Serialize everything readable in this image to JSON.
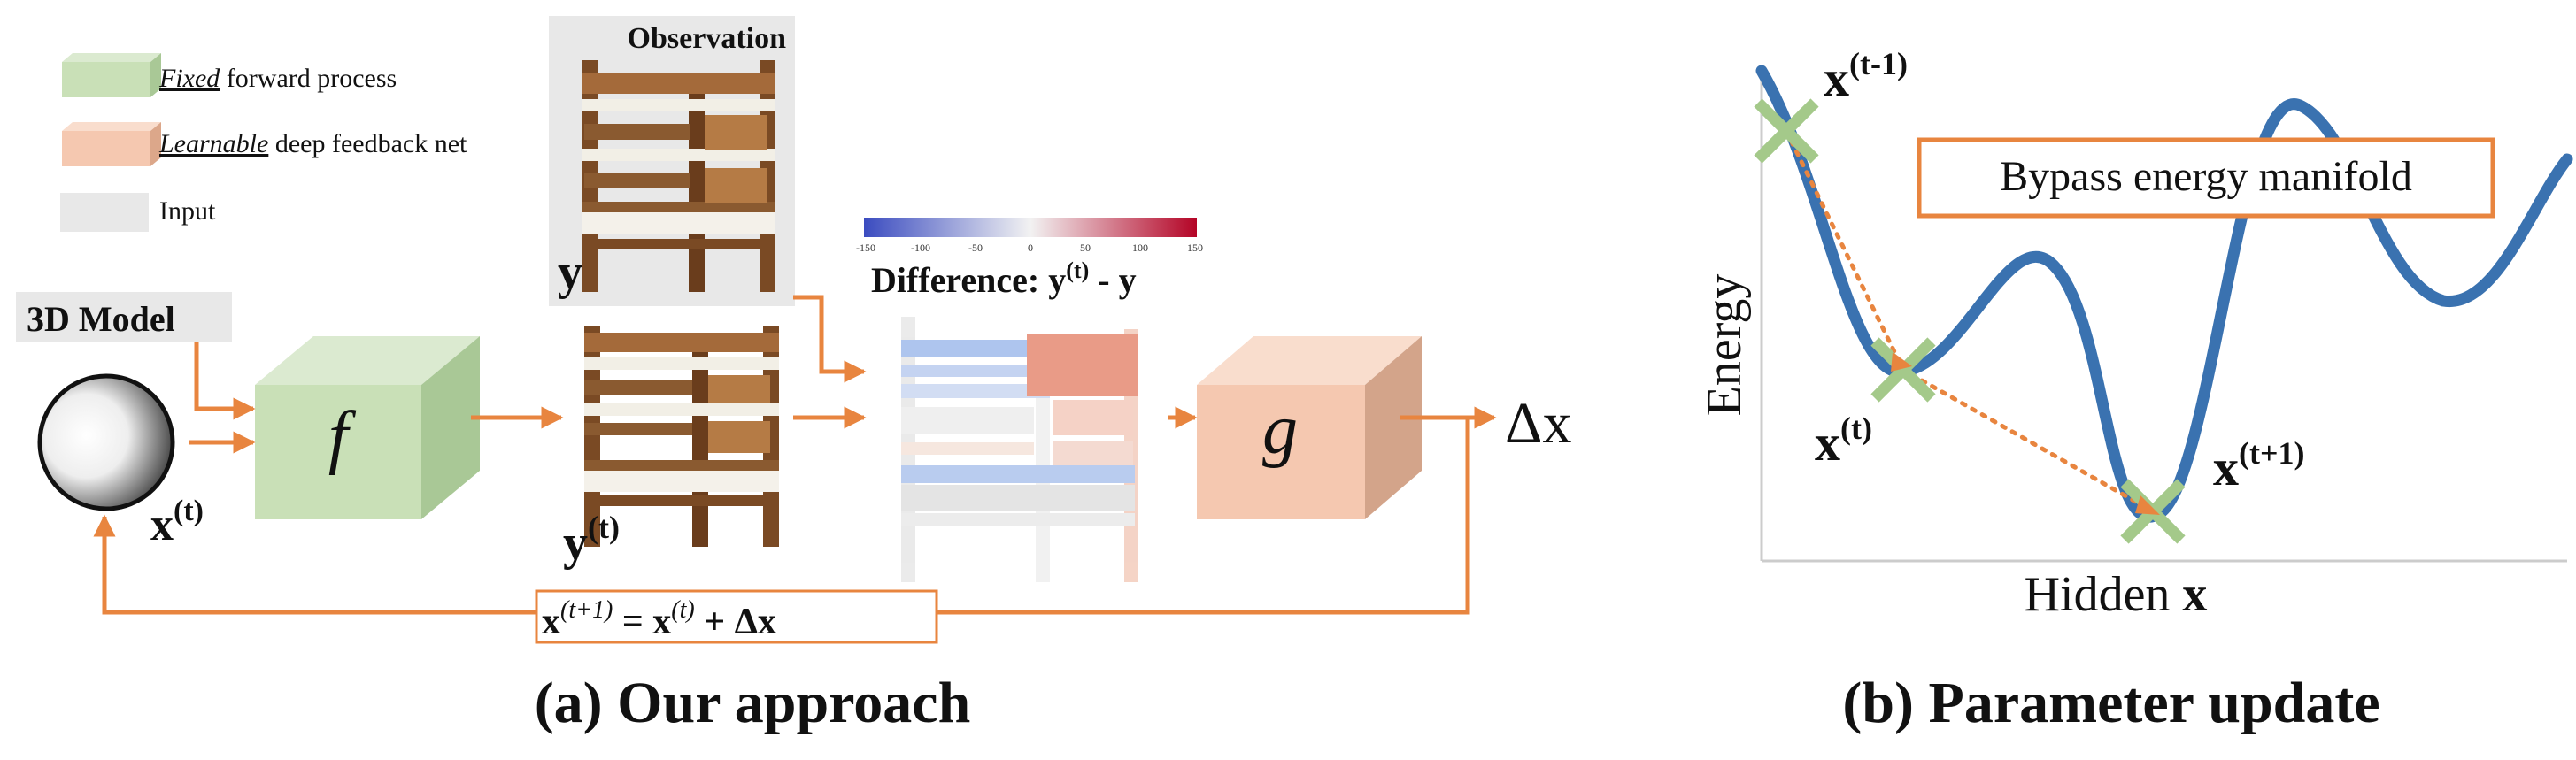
{
  "legend": {
    "fixed_em": "Fixed",
    "fixed_rest": " forward process",
    "learnable_em": "Learnable",
    "learnable_rest": " deep feedback net",
    "input": "Input"
  },
  "panel_a": {
    "model_label": "3D Model",
    "observation_label": "Observation",
    "y_label": "y",
    "xt_label": "x",
    "xt_sup": "(t)",
    "yt_label": "y",
    "yt_sup": "(t)",
    "f_label": "f",
    "g_label": "g",
    "delta_label": "Δx",
    "difference_label": "Difference: y",
    "difference_sup": "(t)",
    "difference_tail": " - y",
    "colorbar_ticks": [
      "-150",
      "-100",
      "-50",
      "0",
      "50",
      "100",
      "150"
    ],
    "update_lhs": "x",
    "update_lhs_sup": "(t+1)",
    "update_mid": " = x",
    "update_mid_sup": "(t)",
    "update_tail": " + Δx",
    "caption": "(a) Our approach"
  },
  "panel_b": {
    "y_axis": "Energy",
    "x_axis_word": "Hidden ",
    "x_axis_var": "x",
    "bypass": "Bypass energy manifold",
    "p1": "x",
    "p1_sup": "(t-1)",
    "p2": "x",
    "p2_sup": "(t)",
    "p3": "x",
    "p3_sup": "(t+1)",
    "caption": "(b) Parameter update"
  },
  "colors": {
    "arrow": "#e8853f",
    "fixed_box": "#c9e0b7",
    "learnable_box": "#f5c8b0",
    "input_box": "#e8e8e8",
    "curve": "#3a72b0",
    "cross": "#a4c98a"
  }
}
